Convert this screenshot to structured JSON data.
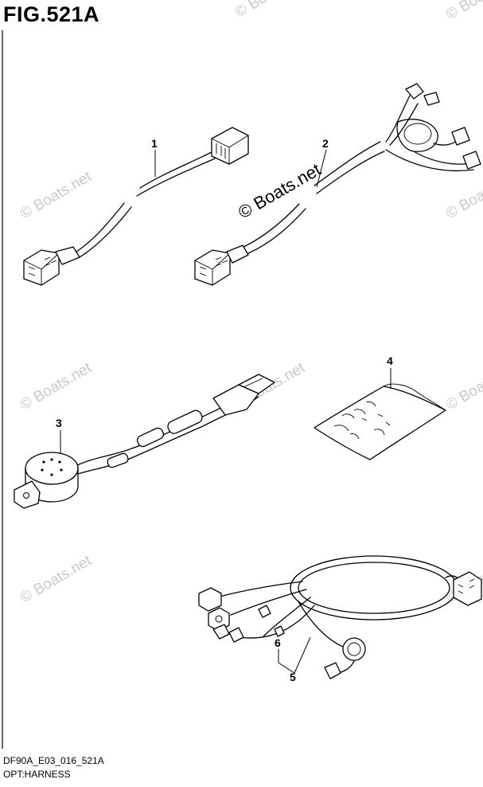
{
  "figure": {
    "title": "FIG.521A",
    "diagram_code": "DF90A_E03_016_521A",
    "group_name": "OPT:HARNESS"
  },
  "callouts": [
    {
      "id": "1",
      "label": "1"
    },
    {
      "id": "2",
      "label": "2"
    },
    {
      "id": "3",
      "label": "3"
    },
    {
      "id": "4",
      "label": "4"
    },
    {
      "id": "5",
      "label": "5"
    },
    {
      "id": "6",
      "label": "6"
    }
  ],
  "watermarks": {
    "main": "© Boats.net",
    "faint": "© Boats.net"
  }
}
